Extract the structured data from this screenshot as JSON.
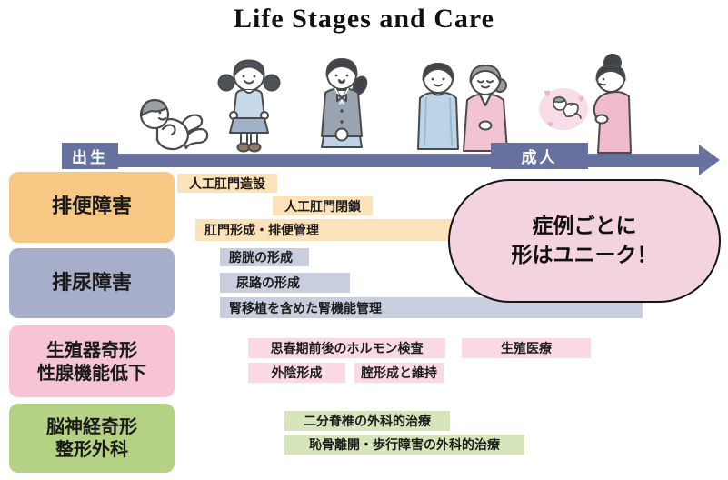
{
  "title": "Life Stages and Care",
  "timeline": {
    "birth_label": "出生",
    "adult_label": "成人",
    "color": "#6671A0"
  },
  "life_stages": [
    {
      "name": "baby"
    },
    {
      "name": "school-child"
    },
    {
      "name": "student"
    },
    {
      "name": "adult-couple"
    },
    {
      "name": "pregnant-woman"
    }
  ],
  "categories": [
    {
      "line1": "排便障害",
      "color": "#F7C884",
      "bar_color": "#FBE2B8",
      "bars": [
        {
          "label": "人工肛門造設"
        },
        {
          "label": "人工肛門閉鎖"
        },
        {
          "label": "肛門形成・排便管理"
        }
      ]
    },
    {
      "line1": "排尿障害",
      "color": "#A6AECA",
      "bar_color": "#C8CEDE",
      "bars": [
        {
          "label": "膀胱の形成"
        },
        {
          "label": "尿路の形成"
        },
        {
          "label": "腎移植を含めた腎機能管理"
        }
      ]
    },
    {
      "line1": "生殖器奇形",
      "line2": "性腺機能低下",
      "color": "#F7C4D3",
      "bar_color": "#FAD9E3",
      "bars": [
        {
          "label": "思春期前後のホルモン検査"
        },
        {
          "label": "生殖医療"
        },
        {
          "label": "外陰形成"
        },
        {
          "label": "腟形成と維持"
        }
      ]
    },
    {
      "line1": "脳神経奇形",
      "line2": "整形外科",
      "color": "#B5D284",
      "bar_color": "#D7E5BA",
      "bars": [
        {
          "label": "二分脊椎の外科的治療"
        },
        {
          "label": "恥骨離開・歩行障害の外科的治療"
        }
      ]
    }
  ],
  "bubble": {
    "line1": "症例ごとに",
    "line2": "形はユニーク！",
    "fill": "#F4D3E0"
  }
}
